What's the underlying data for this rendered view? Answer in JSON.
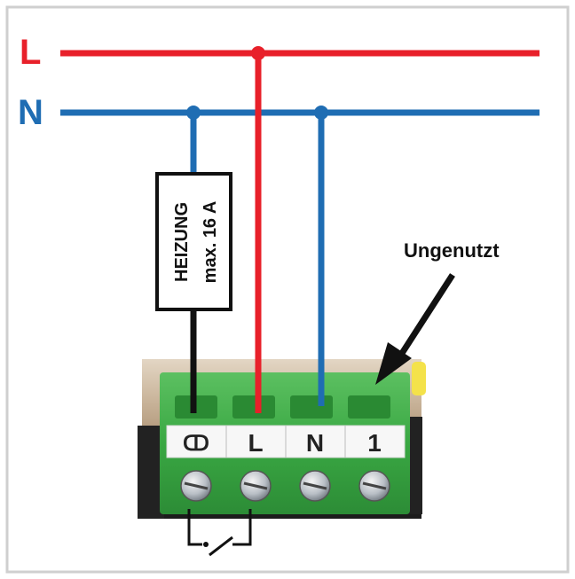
{
  "lines": {
    "live": {
      "label": "L",
      "color": "#e8202a"
    },
    "neutral": {
      "label": "N",
      "color": "#1f6db3"
    }
  },
  "heater": {
    "line1": "HEIZUNG",
    "line2": "max. 16 A"
  },
  "terminal_block": {
    "labels": [
      "ↀ",
      "L",
      "N",
      "1"
    ],
    "body_color": "#3aa843"
  },
  "annotation": {
    "unused_label": "Ungenutzt"
  }
}
